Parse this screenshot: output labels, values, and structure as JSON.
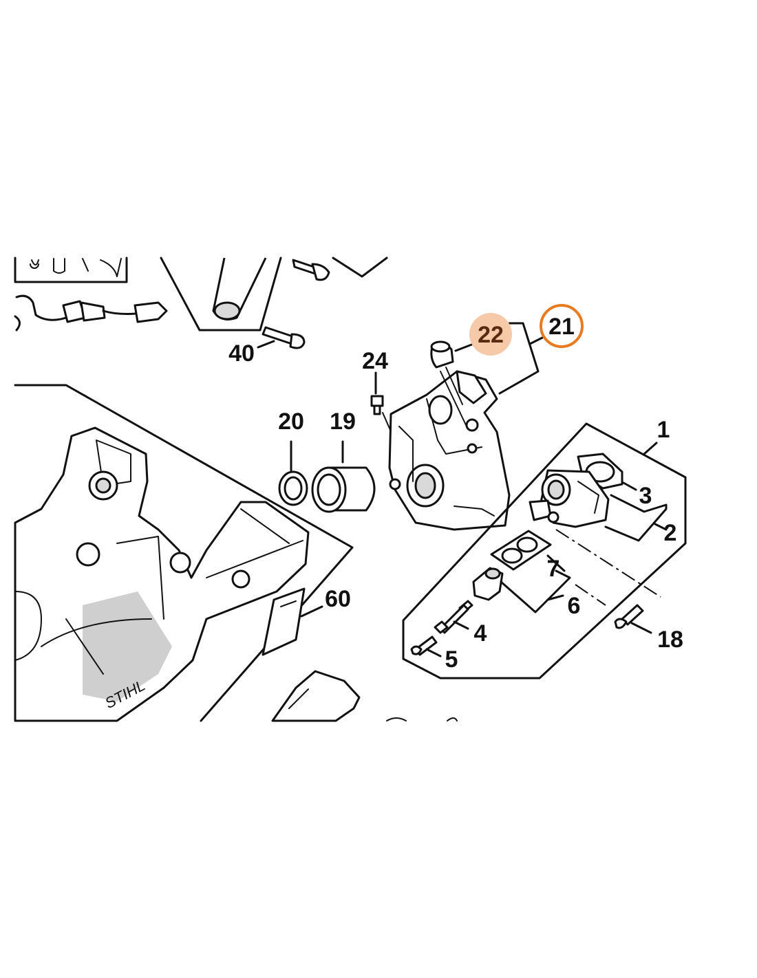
{
  "diagram": {
    "brand_marking": "STIHL",
    "highlight": {
      "fill_color": "#f6c9a9",
      "ring_color": "#e87a1f"
    },
    "callouts": [
      {
        "id": "1",
        "label": "1"
      },
      {
        "id": "2",
        "label": "2"
      },
      {
        "id": "3",
        "label": "3"
      },
      {
        "id": "4",
        "label": "4"
      },
      {
        "id": "5",
        "label": "5"
      },
      {
        "id": "6",
        "label": "6"
      },
      {
        "id": "7",
        "label": "7"
      },
      {
        "id": "18",
        "label": "18"
      },
      {
        "id": "19",
        "label": "19"
      },
      {
        "id": "20",
        "label": "20"
      },
      {
        "id": "21",
        "label": "21"
      },
      {
        "id": "22",
        "label": "22"
      },
      {
        "id": "24",
        "label": "24"
      },
      {
        "id": "40",
        "label": "40"
      },
      {
        "id": "60",
        "label": "60"
      }
    ]
  }
}
